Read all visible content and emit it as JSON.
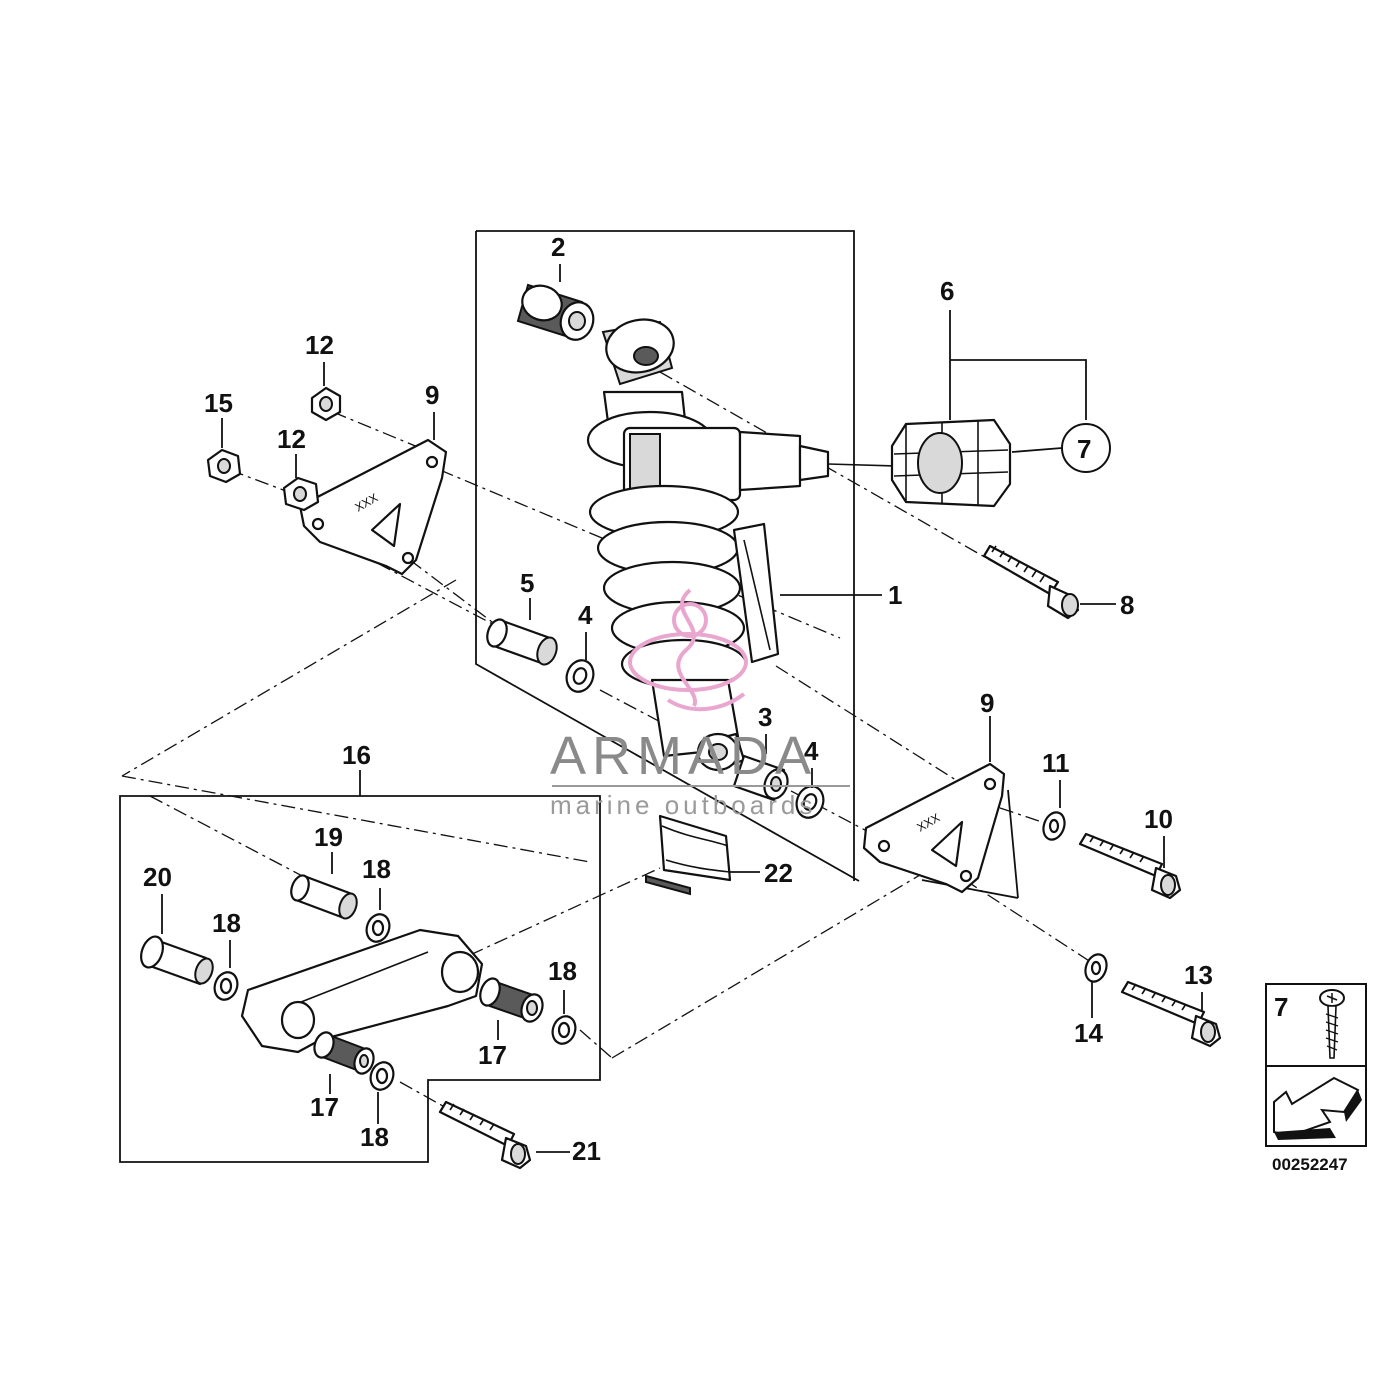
{
  "callouts": {
    "c1": "1",
    "c2": "2",
    "c3": "3",
    "c4a": "4",
    "c4b": "4",
    "c5": "5",
    "c6": "6",
    "c7": "7",
    "c8": "8",
    "c9a": "9",
    "c9b": "9",
    "c10": "10",
    "c11": "11",
    "c12a": "12",
    "c12b": "12",
    "c13": "13",
    "c14": "14",
    "c15": "15",
    "c16": "16",
    "c17a": "17",
    "c17b": "17",
    "c18a": "18",
    "c18b": "18",
    "c18c": "18",
    "c18d": "18",
    "c19": "19",
    "c20": "20",
    "c21": "21",
    "c22": "22"
  },
  "legend": {
    "item_number": "7",
    "reference_number": "00252247"
  },
  "watermark": {
    "brand": "ARMADA",
    "tagline": "marine outboards",
    "logo_color": "#e9a6cf"
  }
}
